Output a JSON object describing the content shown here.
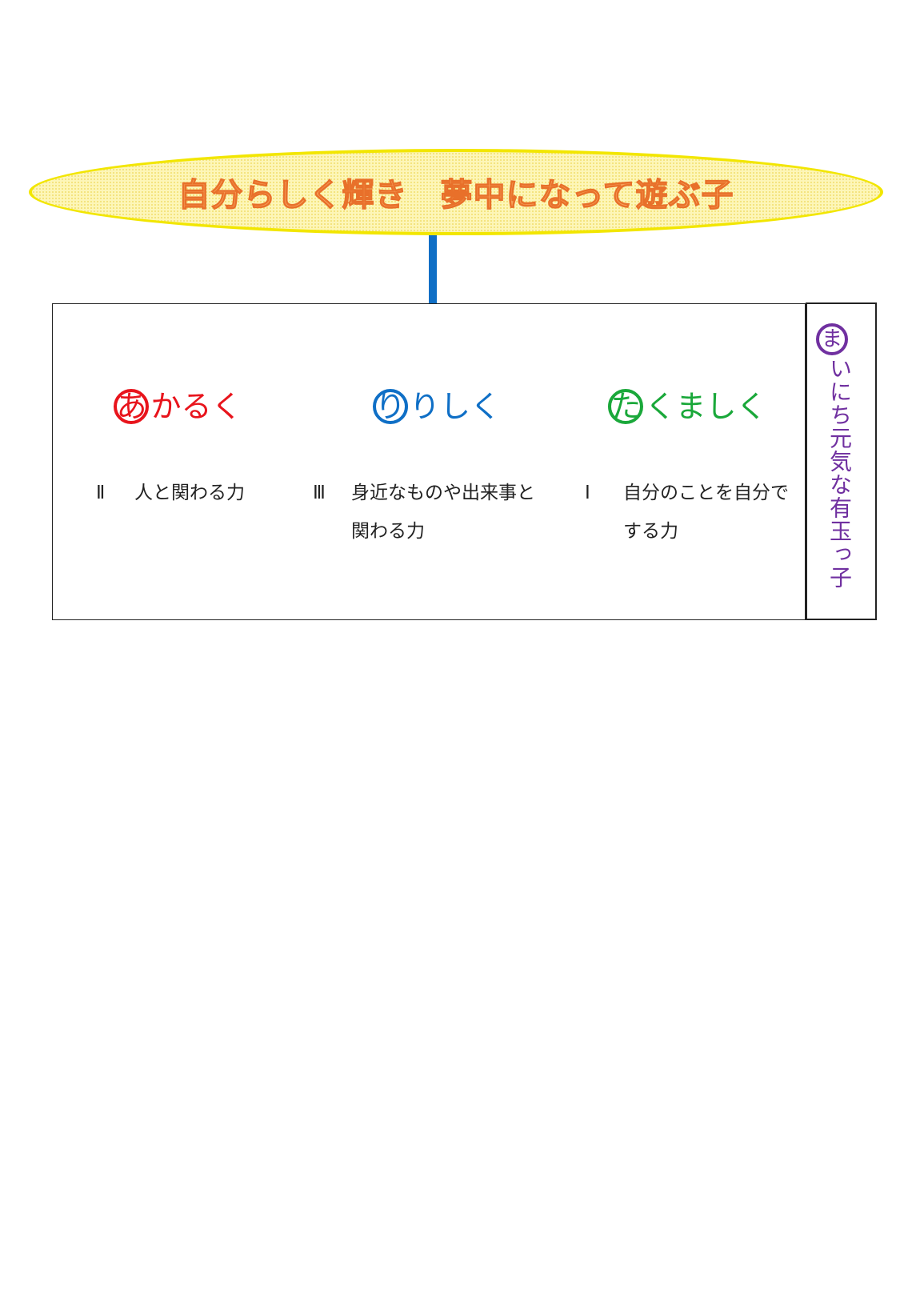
{
  "title": "自分らしく輝き　夢中になって遊ぶ子",
  "colors": {
    "title_fill": "#f7a35c",
    "title_outline": "#e8702a",
    "ellipse_border": "#f2e600",
    "ellipse_fill": "#fdf6b8",
    "connector": "#0f6fc6",
    "akaruku": "#e8141c",
    "ririshiku": "#0f6fc6",
    "takumashiku": "#1aa83a",
    "motto": "#7030a0"
  },
  "panels": [
    {
      "circle_char": "あ",
      "rest": "かるく",
      "item_num": "Ⅱ",
      "item_text": "人と関わる力"
    },
    {
      "circle_char": "り",
      "rest": "りしく",
      "item_num": "Ⅲ",
      "item_text": "身近なものや出来事と関わる力"
    },
    {
      "circle_char": "た",
      "rest": "くましく",
      "item_num": "Ⅰ",
      "item_text": "自分のことを自分でする力"
    }
  ],
  "motto": {
    "circle_char": "ま",
    "rest": "いにち元気な有玉っ子"
  }
}
